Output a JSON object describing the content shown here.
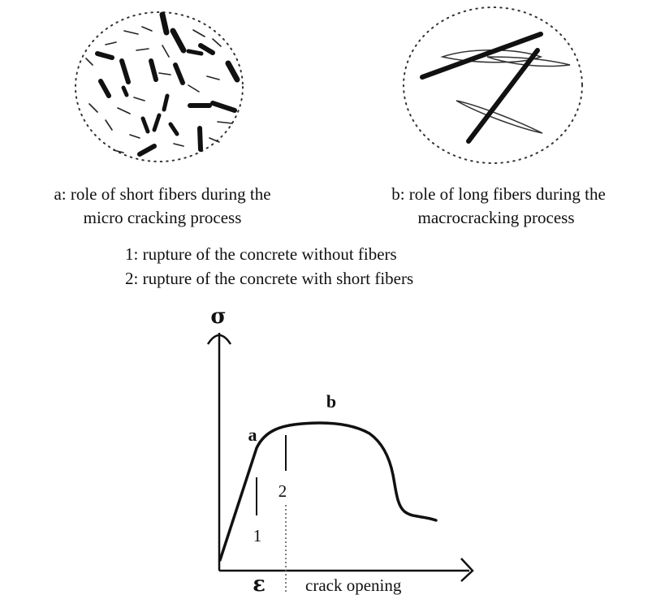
{
  "captions": {
    "a_line1": "a: role of short fibers during the",
    "a_line2": "micro cracking process",
    "b_line1": "b: role of long fibers during the",
    "b_line2": "macrocracking process"
  },
  "legend": {
    "item1": "1: rupture of the concrete without fibers",
    "item2": "2: rupture of the concrete with short fibers"
  },
  "graph": {
    "y_symbol": "σ",
    "x_symbol": "ε",
    "x_label": "crack opening",
    "point_a": "a",
    "point_b": "b",
    "marker_1": "1",
    "marker_2": "2"
  }
}
